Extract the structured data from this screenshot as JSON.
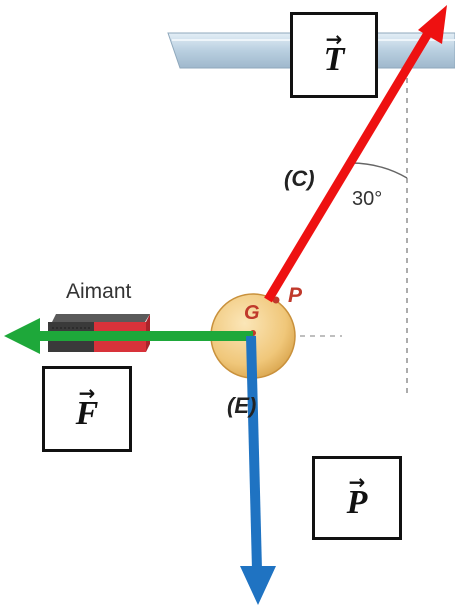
{
  "labels": {
    "aimant": "Aimant",
    "wire": "(C)",
    "angle": "30°",
    "center": "G",
    "point": "P",
    "ball": "(E)",
    "tension": "T",
    "weight": "P",
    "force": "F",
    "vector_arrow": "→"
  },
  "colors": {
    "tension_arrow": "#ee1111",
    "weight_arrow": "#1f73c2",
    "force_arrow": "#1ea83a",
    "ball": "#f0c77a",
    "ceiling": "#c9dbe9",
    "magnet_red": "#d8323a",
    "magnet_dark": "#3a3a3a",
    "label_red": "#c0392b"
  },
  "icons": {
    "support": "ceiling-support",
    "magnet": "bar-magnet",
    "sphere": "ball-sphere"
  }
}
